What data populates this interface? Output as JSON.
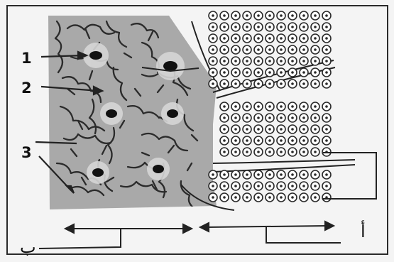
{
  "labels": {
    "one": "1",
    "two": "2",
    "three": "3",
    "alef": "أ",
    "ba": "ب"
  },
  "colors": {
    "tissue": "#a9a9a9",
    "frame": "#2a2a2a",
    "line": "#222222"
  }
}
